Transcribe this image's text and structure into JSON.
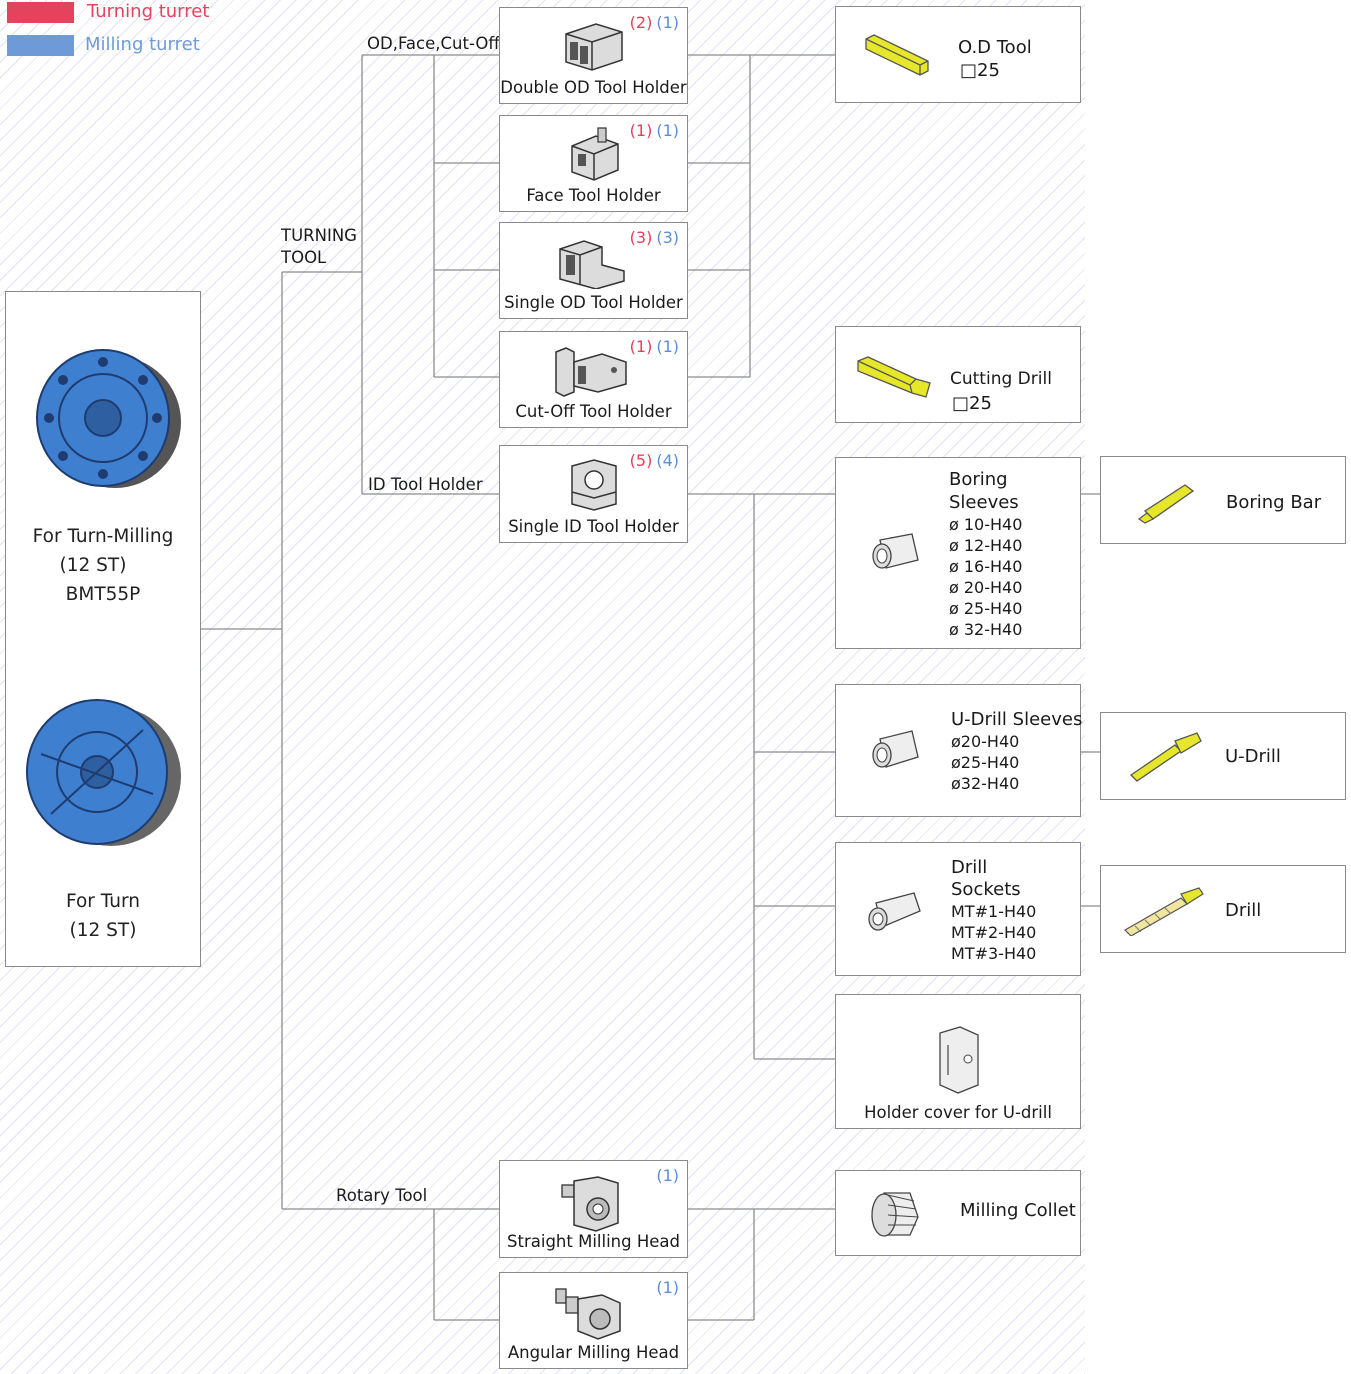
{
  "legend": {
    "turning": {
      "label": "Turning turret",
      "color": "#e5425d"
    },
    "milling": {
      "label": "Milling turret",
      "color": "#6f9ad8"
    }
  },
  "turrets": {
    "turn_milling": {
      "line1": "For Turn-Milling",
      "line2": "(12 ST)",
      "line3": "BMT55P"
    },
    "turn": {
      "line1": "For Turn",
      "line2": "(12 ST)"
    }
  },
  "branches": {
    "turning_tool_1": "TURNING",
    "turning_tool_2": "TOOL",
    "od_face_cutoff": "OD,Face,Cut-Off",
    "id_tool_holder": "ID Tool Holder",
    "rotary_tool": "Rotary Tool"
  },
  "holders": {
    "double_od": {
      "label": "Double OD Tool Holder",
      "turning": "(2)",
      "milling": "(1)"
    },
    "face": {
      "label": "Face Tool Holder",
      "turning": "(1)",
      "milling": "(1)"
    },
    "single_od": {
      "label": "Single OD Tool Holder",
      "turning": "(3)",
      "milling": "(3)"
    },
    "cutoff": {
      "label": "Cut-Off Tool Holder",
      "turning": "(1)",
      "milling": "(1)"
    },
    "single_id": {
      "label": "Single ID Tool Holder",
      "turning": "(5)",
      "milling": "(4)"
    },
    "straight_mill": {
      "label": "Straight Milling Head",
      "milling": "(1)"
    },
    "angular_mill": {
      "label": "Angular Milling Head",
      "milling": "(1)"
    }
  },
  "tools": {
    "od_tool": {
      "title": "O.D Tool",
      "size": "□25"
    },
    "cutting_drill": {
      "title": "Cutting Drill",
      "size": "□25"
    },
    "boring_sleeves": {
      "title1": "Boring",
      "title2": "Sleeves",
      "specs": [
        "ø 10-H40",
        "ø 12-H40",
        "ø 16-H40",
        "ø 20-H40",
        "ø 25-H40",
        "ø 32-H40"
      ]
    },
    "udrill_sleeves": {
      "title": "U-Drill Sleeves",
      "specs": [
        "ø20-H40",
        "ø25-H40",
        "ø32-H40"
      ]
    },
    "drill_sockets": {
      "title1": "Drill",
      "title2": "Sockets",
      "specs": [
        "MT#1-H40",
        "MT#2-H40",
        "MT#3-H40"
      ]
    },
    "holder_cover": {
      "label": "Holder cover for U-drill"
    },
    "milling_collet": {
      "label": "Milling Collet"
    },
    "boring_bar": {
      "label": "Boring Bar"
    },
    "u_drill": {
      "label": "U-Drill"
    },
    "drill": {
      "label": "Drill"
    }
  }
}
